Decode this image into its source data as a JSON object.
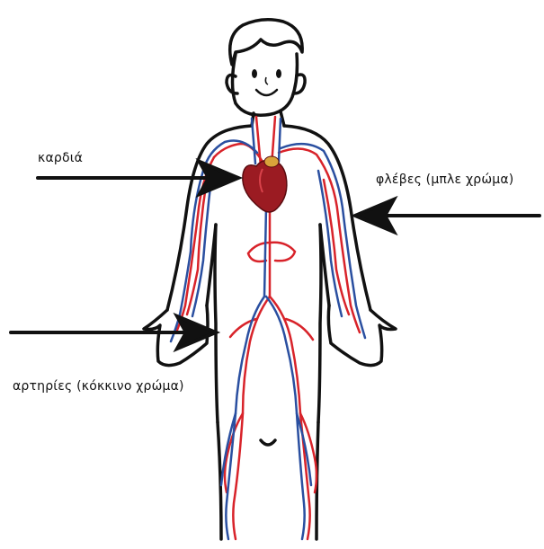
{
  "labels": {
    "heart": "καρδιά",
    "veins": "φλέβες (μπλε χρώμα)",
    "arteries": "αρτηρίες (κόκκινο χρώμα)"
  },
  "colors": {
    "artery": "#d8232a",
    "vein": "#2a4fa0",
    "heart": "#9b1b22",
    "outline": "#111111"
  }
}
